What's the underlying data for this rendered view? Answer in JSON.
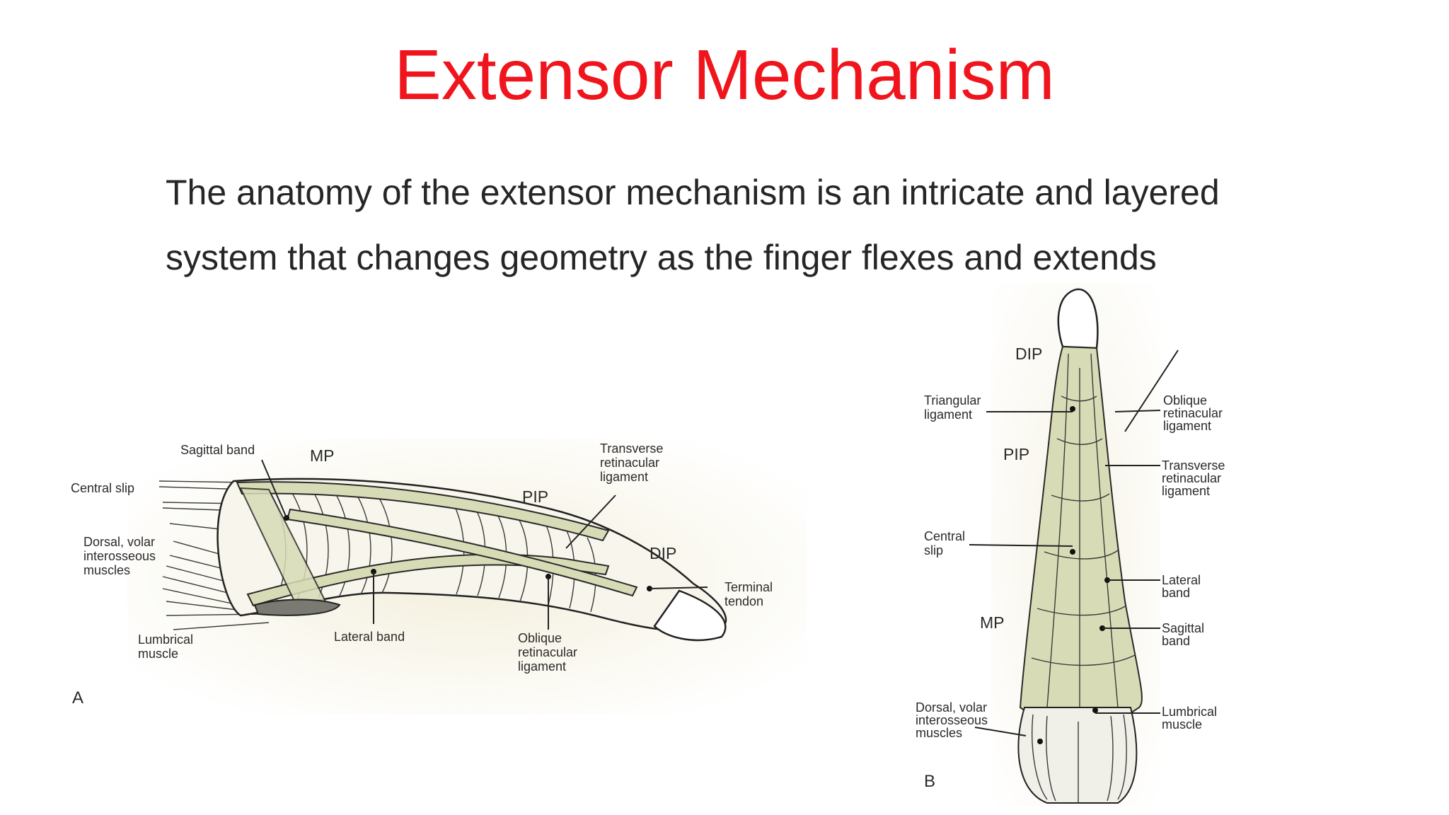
{
  "slide": {
    "title": "Extensor Mechanism",
    "body_lines": [
      "The anatomy of the extensor mechanism is an intricate and layered",
      "system that changes geometry as the finger flexes and extends"
    ]
  },
  "figure_a": {
    "panel_label": "A",
    "joints": {
      "mp": "MP",
      "pip": "PIP",
      "dip": "DIP"
    },
    "labels": {
      "central_slip": "Central slip",
      "sagittal_band": "Sagittal band",
      "dorsal_volar": [
        "Dorsal, volar",
        "interosseous",
        "muscles"
      ],
      "lumbrical": [
        "Lumbrical",
        "muscle"
      ],
      "lateral_band": "Lateral band",
      "oblique": [
        "Oblique",
        "retinacular",
        "ligament"
      ],
      "transverse": [
        "Transverse",
        "retinacular",
        "ligament"
      ],
      "terminal": [
        "Terminal",
        "tendon"
      ]
    }
  },
  "figure_b": {
    "panel_label": "B",
    "joints": {
      "dip": "DIP",
      "pip": "PIP",
      "mp": "MP"
    },
    "labels": {
      "triangular": [
        "Triangular",
        "ligament"
      ],
      "oblique": [
        "Oblique",
        "retinacular",
        "ligament"
      ],
      "transverse": [
        "Transverse",
        "retinacular",
        "ligament"
      ],
      "central_slip": [
        "Central",
        "slip"
      ],
      "lateral_band": [
        "Lateral",
        "band"
      ],
      "sagittal_band": [
        "Sagittal",
        "band"
      ],
      "dorsal_volar": [
        "Dorsal, volar",
        "interosseous",
        "muscles"
      ],
      "lumbrical": [
        "Lumbrical",
        "muscle"
      ]
    }
  }
}
